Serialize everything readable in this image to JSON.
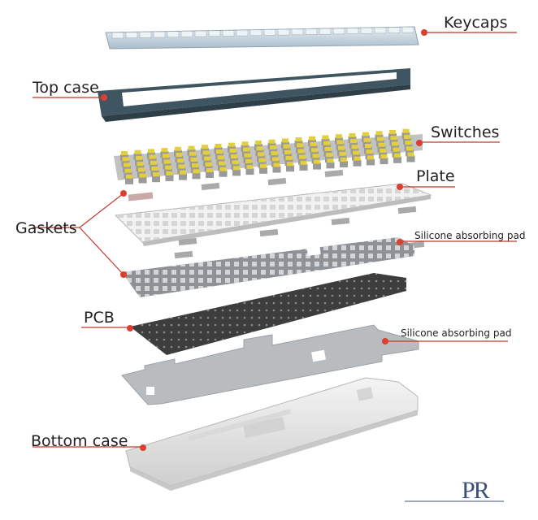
{
  "labels": {
    "keycaps": "Keycaps",
    "top_case": "Top case",
    "switches": "Switches",
    "plate": "Plate",
    "gaskets": "Gaskets",
    "silicone_pad_upper": "Silicone absorbing pad",
    "pcb": "PCB",
    "silicone_pad_lower": "Silicone absorbing pad",
    "bottom_case": "Bottom case"
  },
  "logo": {
    "text": "PR"
  },
  "colors": {
    "marker": "#d94030",
    "leader": "#c0392b",
    "keycap": "#c9d6de",
    "keycap_top": "#e8eef2",
    "top_case": "#3f5561",
    "switch_stem": "#e3cf3c",
    "switch_body": "#9a9a9a",
    "plate": "#f2f2f2",
    "gasket": "#a9a9a9",
    "gasket_pink": "#c9a9a9",
    "pad": "#8e9296",
    "pcb": "#3d3d3d",
    "bottom_pad": "#b9bcbf",
    "bottom_case": "#eaeaea"
  }
}
